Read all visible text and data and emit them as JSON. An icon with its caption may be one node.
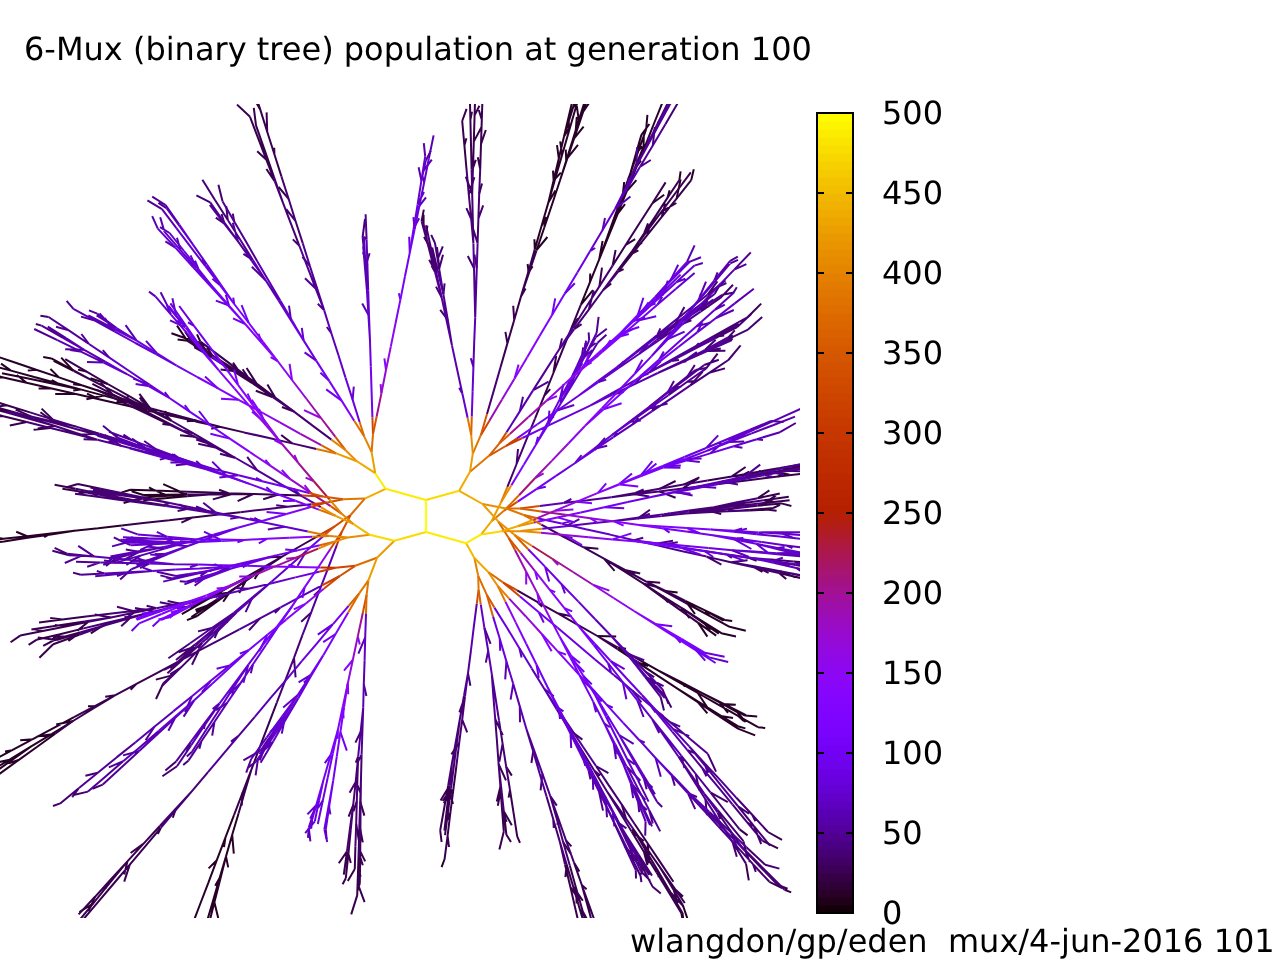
{
  "diagram": {
    "title": "6-Mux (binary tree) population at generation 100",
    "labels": [
      "500",
      "450",
      "400",
      "350",
      "300",
      "250",
      "200",
      "150",
      "100",
      "50",
      "0",
      "wlangdon/gp/eden  mux/4-jun-2016 101"
    ]
  }
}
